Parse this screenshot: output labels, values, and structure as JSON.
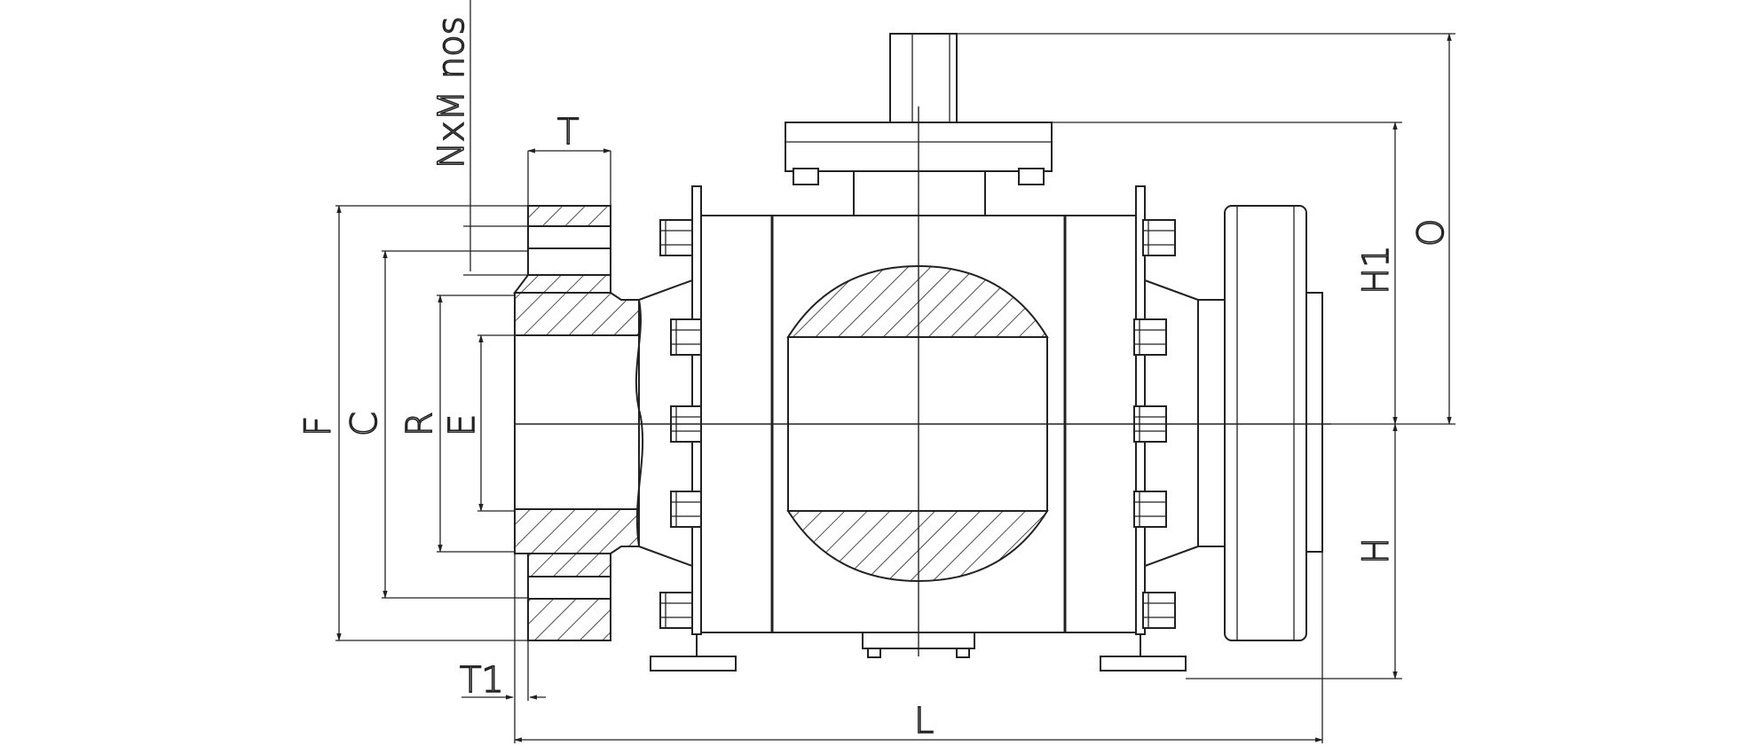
{
  "labels": {
    "nxm": "NxM nos",
    "t": "T",
    "t1": "T1",
    "f": "F",
    "c": "C",
    "r": "R",
    "e": "E",
    "l": "L",
    "h": "H",
    "h1": "H1",
    "o": "O"
  },
  "colors": {
    "line": "#222222",
    "background": "#ffffff"
  }
}
